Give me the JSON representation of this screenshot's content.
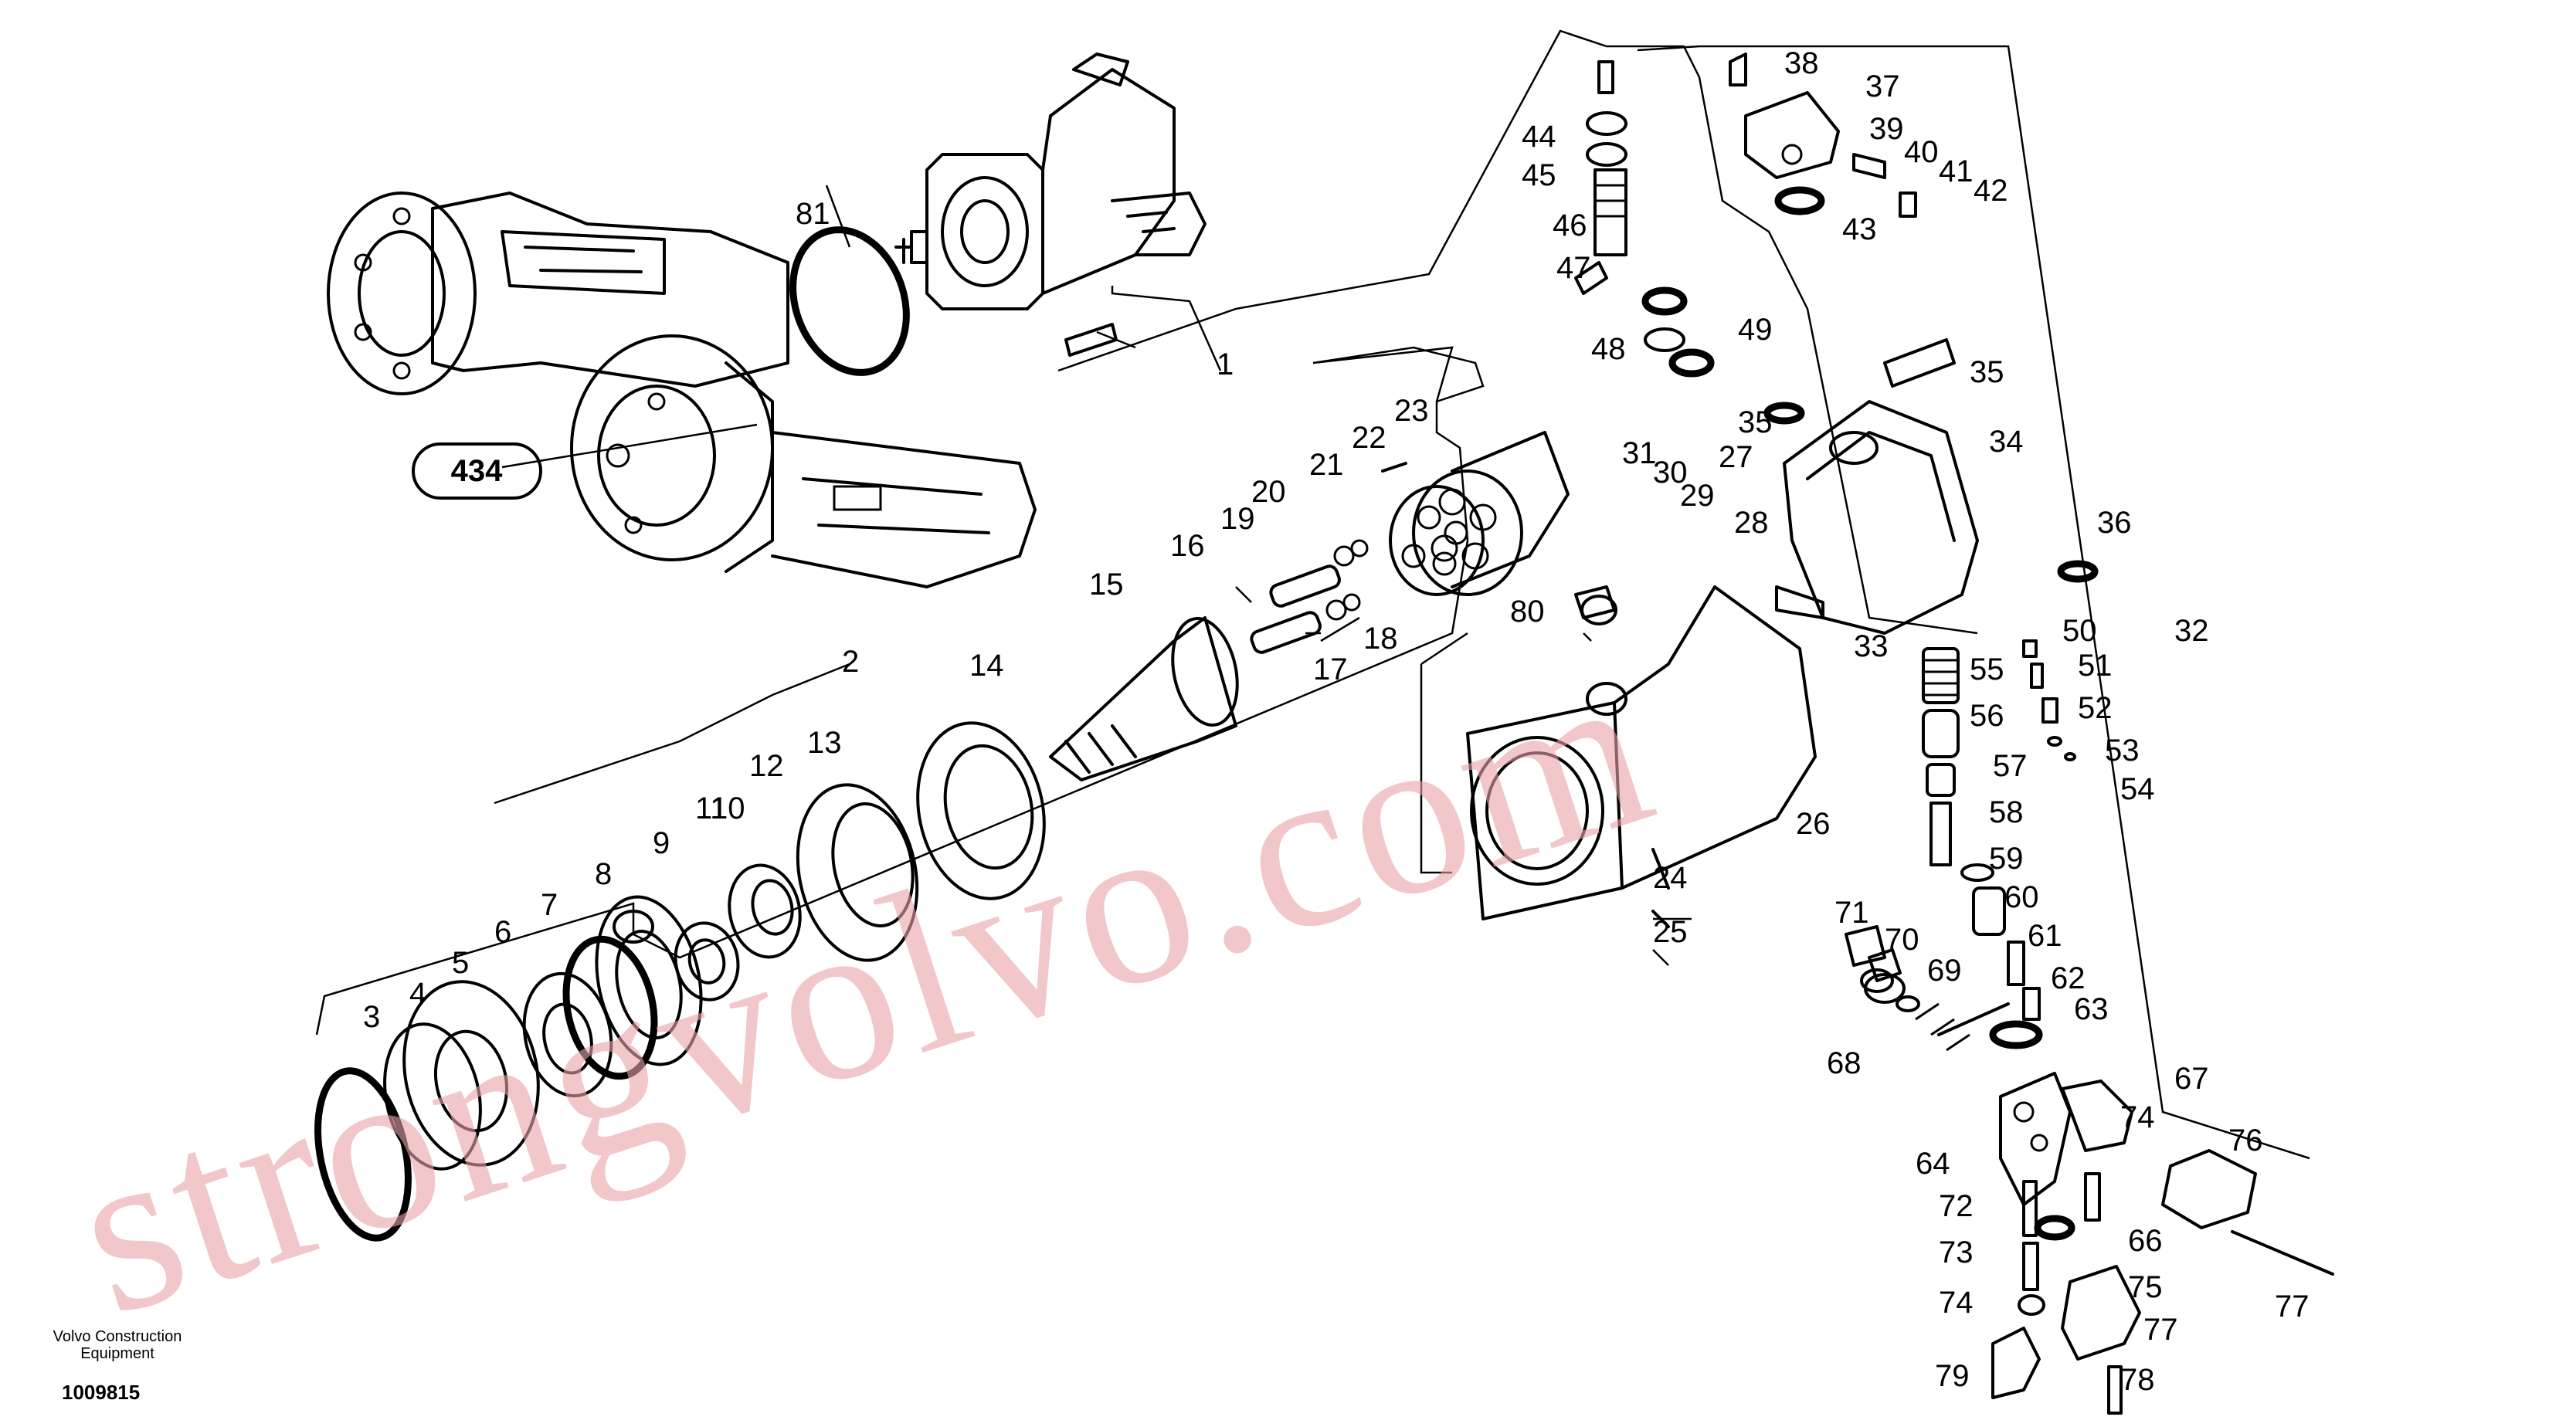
{
  "watermark": "strongvolvo.com",
  "ref_label": "434",
  "footer": {
    "brand": "Volvo Construction",
    "brand2": "Equipment",
    "code": "1009815"
  },
  "parts": [
    "1",
    "2",
    "3",
    "4",
    "5",
    "6",
    "7",
    "8",
    "9",
    "10",
    "11",
    "12",
    "13",
    "14",
    "15",
    "16",
    "17",
    "18",
    "19",
    "20",
    "21",
    "22",
    "23",
    "24",
    "25",
    "26",
    "27",
    "28",
    "29",
    "30",
    "31",
    "32",
    "33",
    "34",
    "35",
    "35",
    "36",
    "37",
    "38",
    "39",
    "40",
    "41",
    "42",
    "43",
    "44",
    "45",
    "46",
    "47",
    "48",
    "49",
    "50",
    "51",
    "52",
    "53",
    "54",
    "55",
    "56",
    "57",
    "58",
    "59",
    "60",
    "61",
    "62",
    "63",
    "64",
    "66",
    "67",
    "68",
    "69",
    "70",
    "71",
    "72",
    "73",
    "74",
    "74",
    "75",
    "76",
    "77",
    "77",
    "78",
    "79",
    "80",
    "81"
  ]
}
